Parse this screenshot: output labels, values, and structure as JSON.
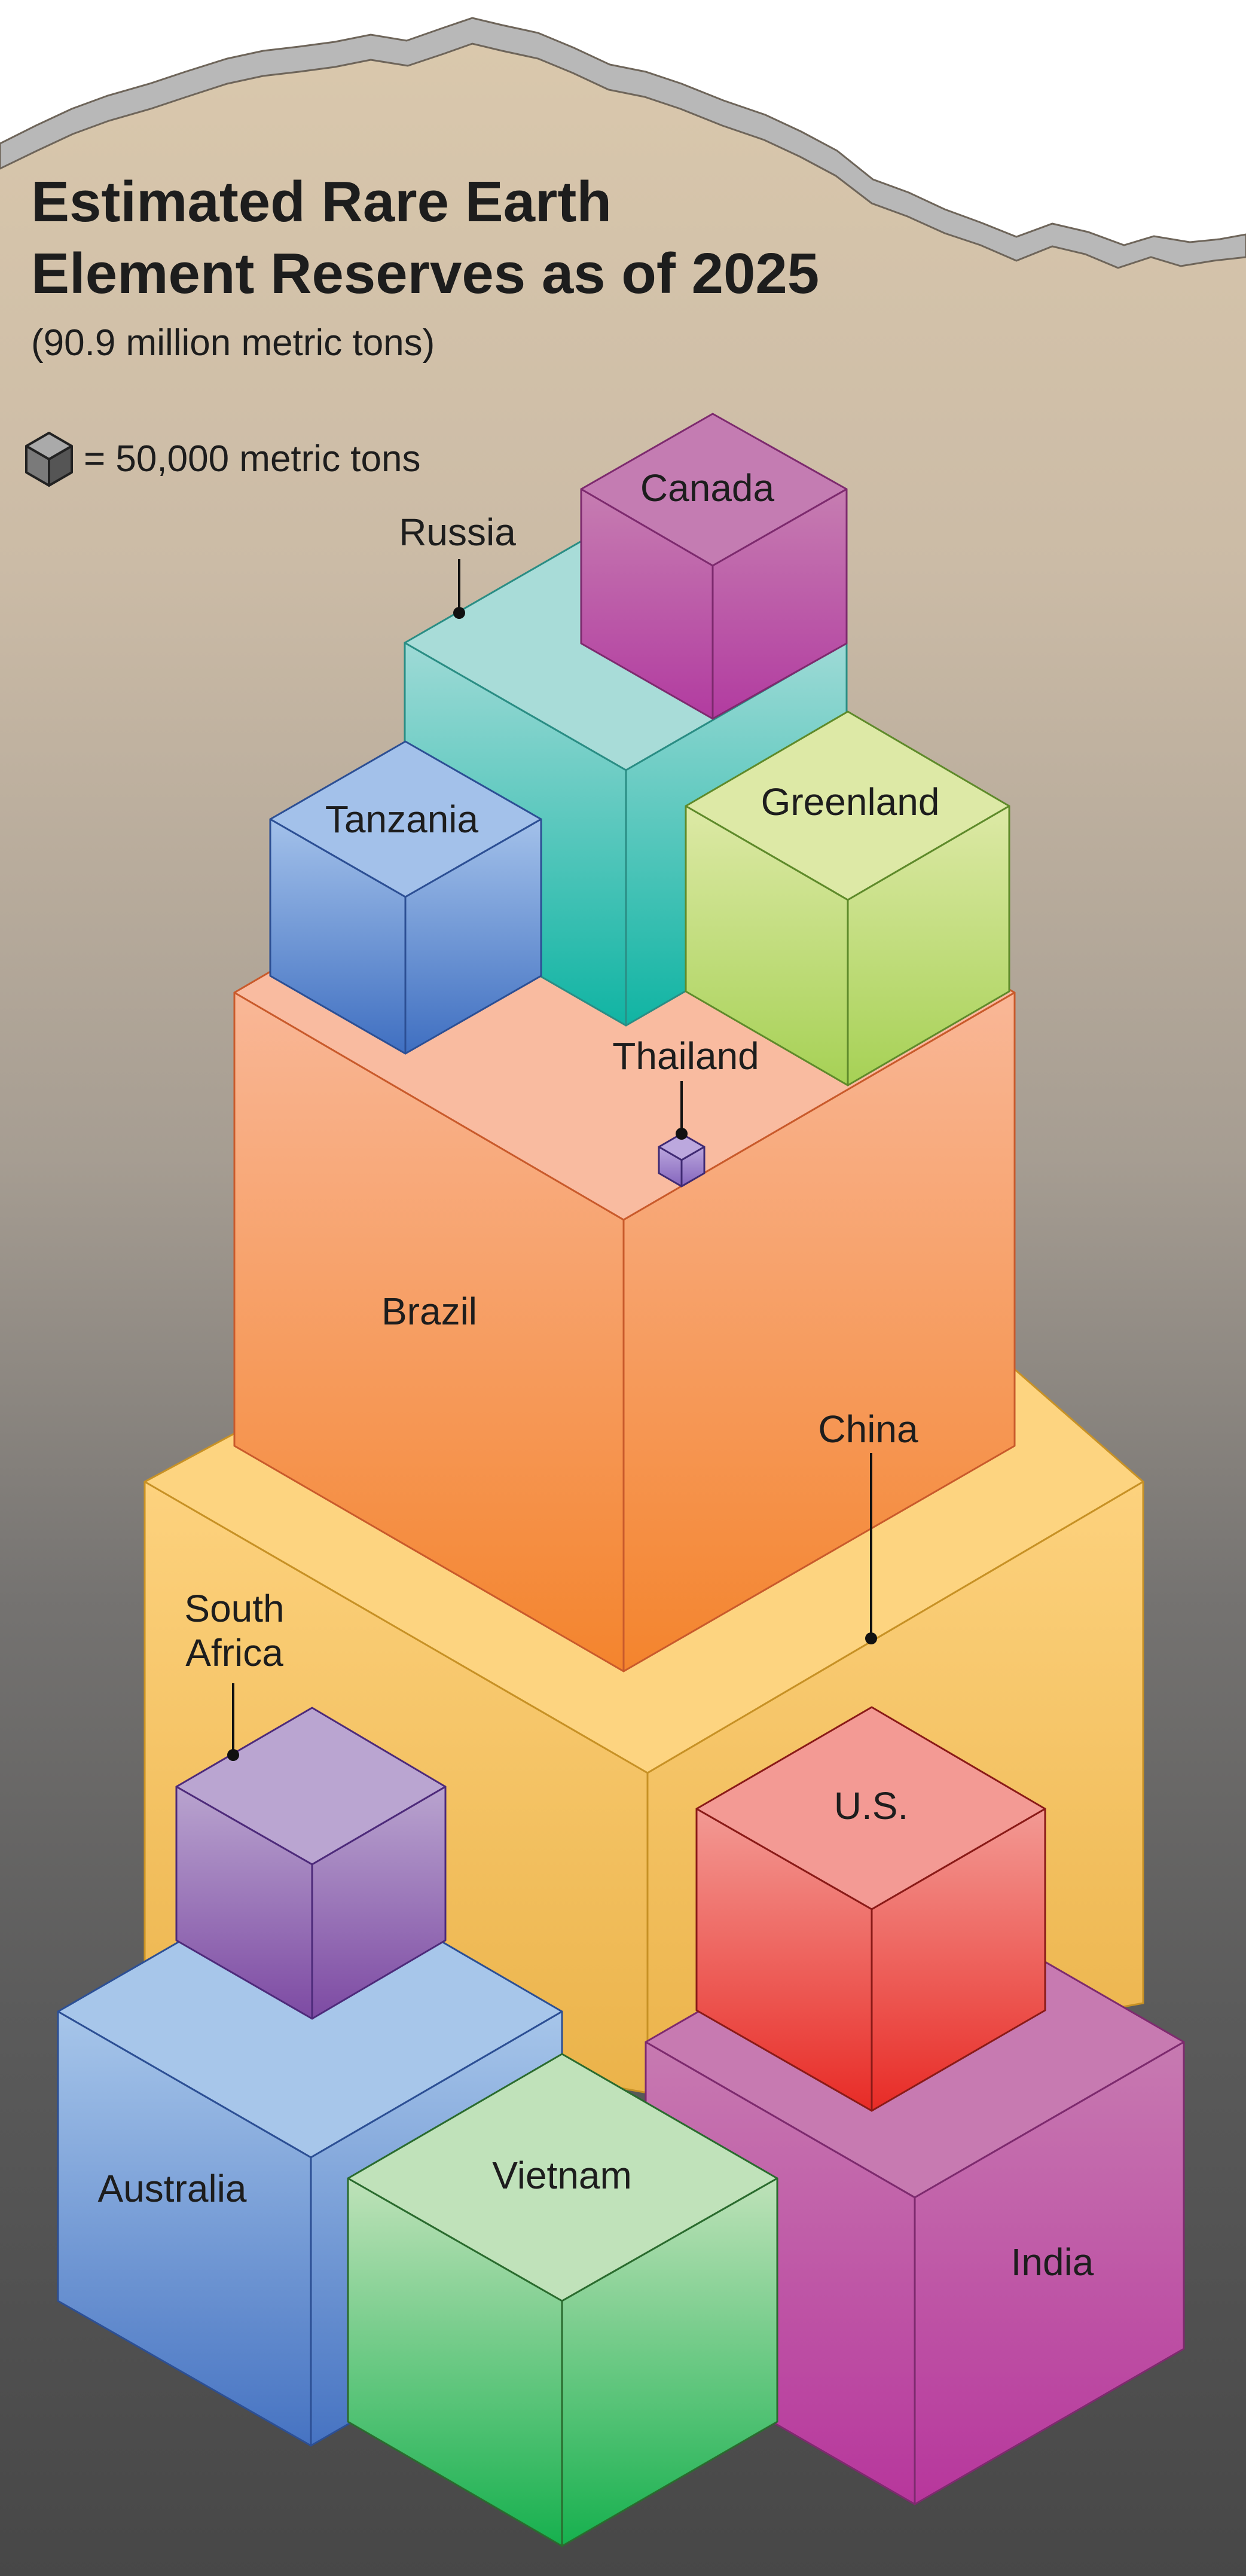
{
  "title_line1": "Estimated Rare Earth",
  "title_line2": "Element Reserves as of 2025",
  "subtitle": "(90.9 million metric tons)",
  "legend": {
    "icon": "cube-icon",
    "text": "= 50,000 metric tons"
  },
  "chart_data": {
    "type": "isometric-cube-chart",
    "title": "Estimated Rare Earth Element Reserves as of 2025",
    "subtitle": "(90.9 million metric tons)",
    "total": "90.9 million metric tons",
    "unit": "= 50,000 metric tons",
    "countries": [
      {
        "name": "China",
        "color": "#fbc66a"
      },
      {
        "name": "Brazil",
        "color": "#f7a470"
      },
      {
        "name": "India",
        "color": "#c46aaa"
      },
      {
        "name": "Australia",
        "color": "#9bbde6"
      },
      {
        "name": "Russia",
        "color": "#8fd2cc"
      },
      {
        "name": "Vietnam",
        "color": "#a9d8a2"
      },
      {
        "name": "U.S.",
        "color": "#f08078"
      },
      {
        "name": "Greenland",
        "color": "#cfe596"
      },
      {
        "name": "Tanzania",
        "color": "#8eb2e4"
      },
      {
        "name": "South Africa",
        "color": "#ad93c6"
      },
      {
        "name": "Canada",
        "color": "#c26cad"
      },
      {
        "name": "Thailand",
        "color": "#9a84c8"
      }
    ]
  }
}
